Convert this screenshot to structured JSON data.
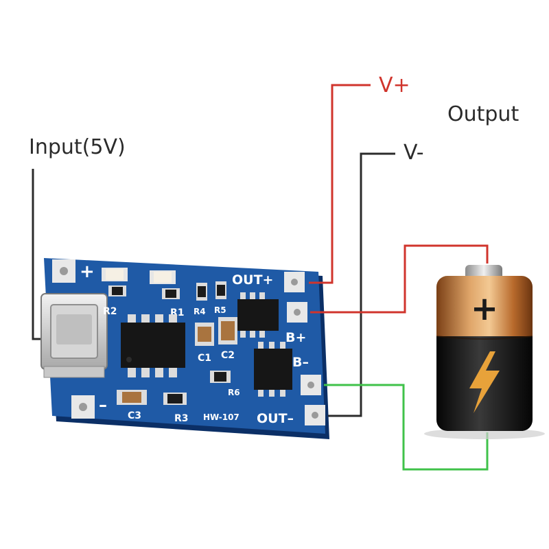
{
  "labels": {
    "input": "Input(5V)",
    "v_plus": "V+",
    "v_minus": "V-",
    "output": "Output"
  },
  "board": {
    "pads": {
      "in_plus": "+",
      "in_minus": "–",
      "out_plus": "OUT+",
      "b_plus": "B+",
      "b_minus": "B–",
      "out_minus": "OUT–"
    },
    "components": {
      "r2": "R2",
      "r1": "R1",
      "r4": "R4",
      "r5": "R5",
      "c1": "C1",
      "c2": "C2",
      "r6": "R6",
      "c3": "C3",
      "r3": "R3",
      "model": "HW-107"
    }
  },
  "battery": {
    "symbol": "+"
  },
  "colors": {
    "board": "#1f5aa6",
    "wire_red": "#d0342c",
    "wire_black": "#2b2b2b",
    "wire_green": "#3fc24a",
    "battery_copper": "#c8753a",
    "battery_black": "#1b1b1b"
  }
}
